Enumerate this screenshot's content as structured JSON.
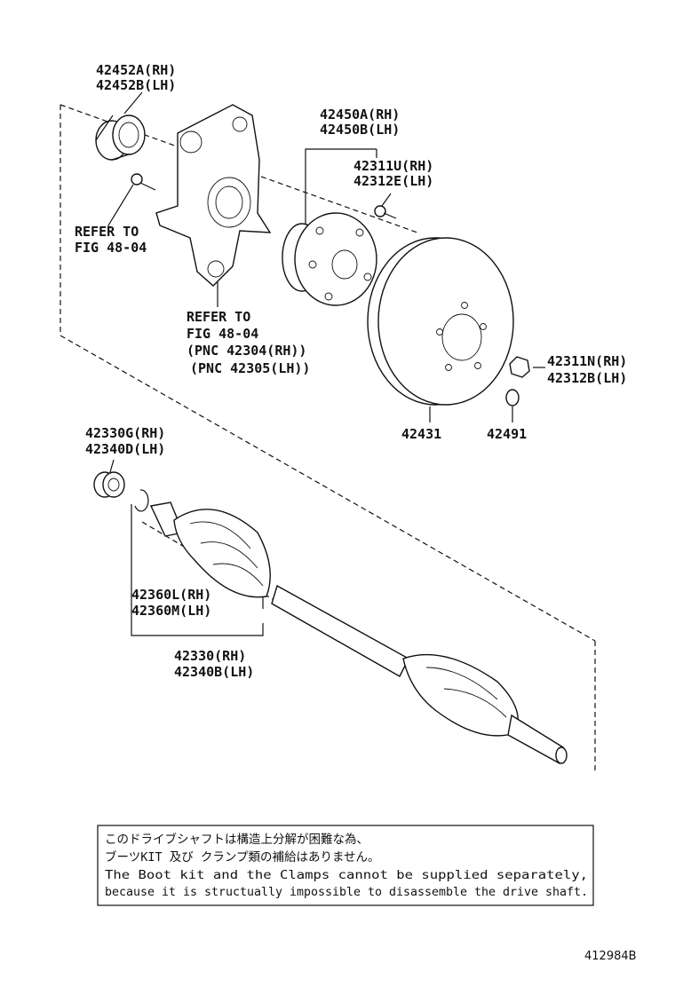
{
  "labels": {
    "seal_rh": "42452A(RH)",
    "seal_lh": "42452B(LH)",
    "hub_rh": "42450A(RH)",
    "hub_lh": "42450B(LH)",
    "hubbolt_rh": "42311U(RH)",
    "hubbolt_lh": "42312E(LH)",
    "refer_left_1": "REFER TO",
    "refer_left_2": "FIG 48-04",
    "refer_center_1": "REFER TO",
    "refer_center_2": "FIG 48-04",
    "pnc_rh": "(PNC 42304(RH))",
    "pnc_lh": "(PNC 42305(LH))",
    "nut_rh": "42311N(RH)",
    "nut_lh": "42312B(LH)",
    "disc": "42431",
    "plug": "42491",
    "bearing_rh": "42330G(RH)",
    "bearing_lh": "42340D(LH)",
    "boot_rh": "42360L(RH)",
    "boot_lh": "42360M(LH)",
    "shaft_rh": "42330(RH)",
    "shaft_lh": "42340B(LH)"
  },
  "notice": {
    "line1": "このドライブシャフトは構造上分解が困難な為、",
    "line2": "ブーツKIT 及び クランプ類の補給はありません。",
    "line3": "The Boot kit and the Clamps cannot be supplied separately,",
    "line4": "because it is structually impossible to disassemble the drive shaft."
  },
  "figure_id": "412984B"
}
